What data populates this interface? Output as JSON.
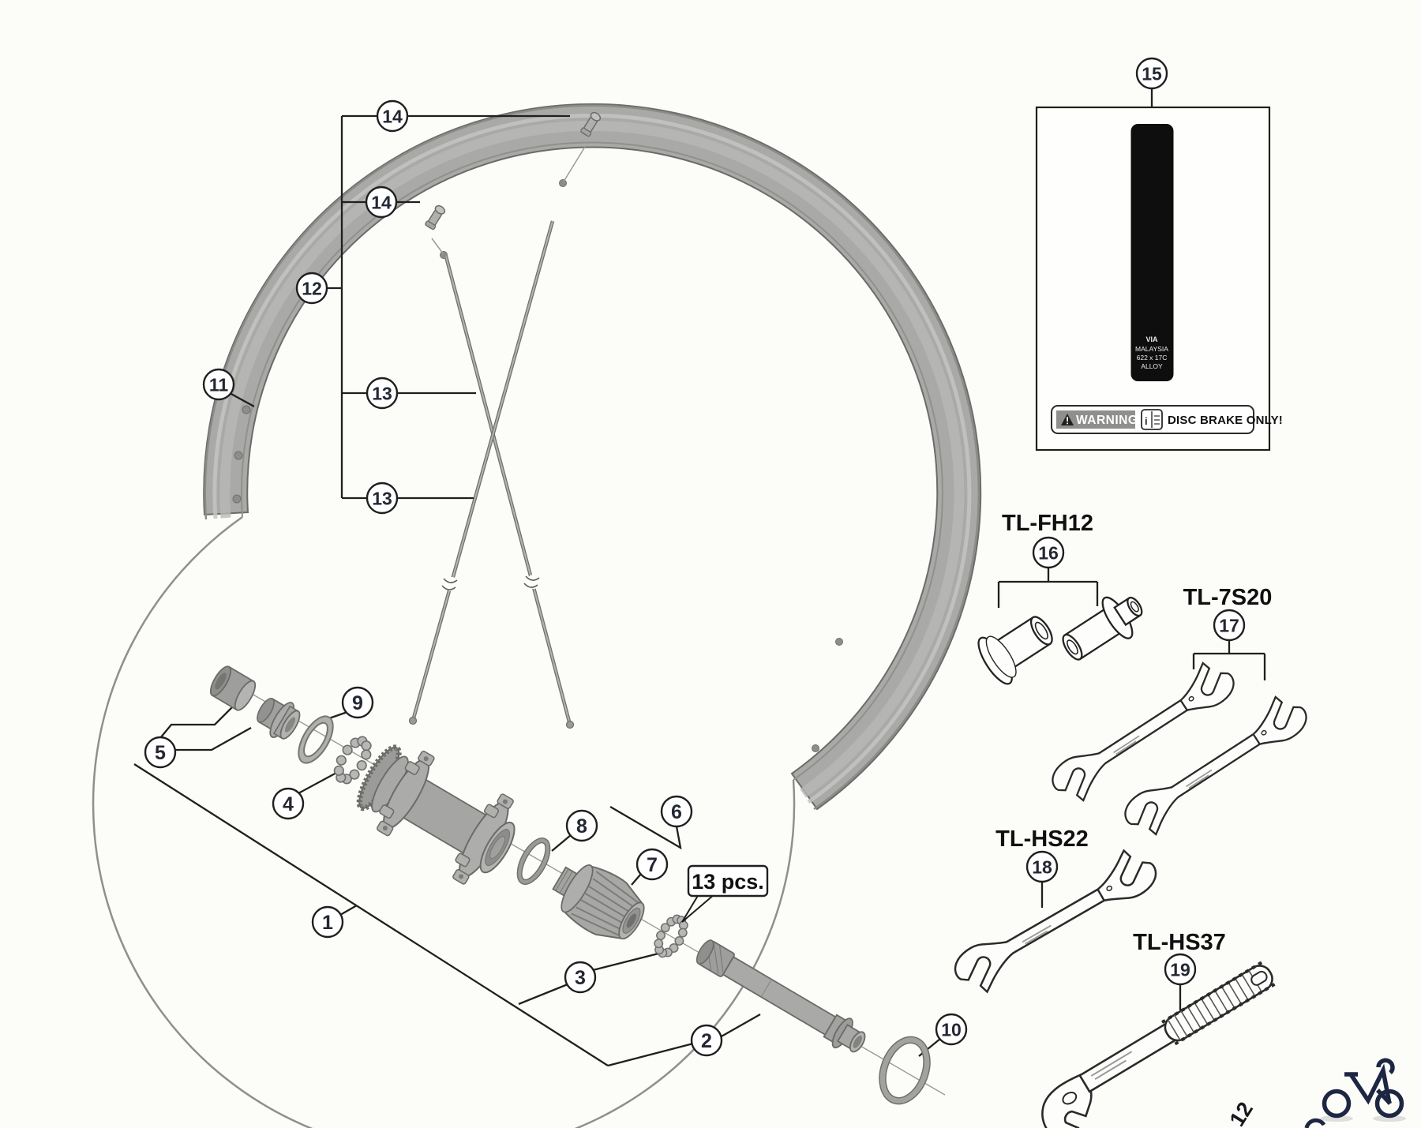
{
  "diagram": {
    "callouts": {
      "c1": "1",
      "c2": "2",
      "c3": "3",
      "c4": "4",
      "c5": "5",
      "c6": "6",
      "c7": "7",
      "c8": "8",
      "c9": "9",
      "c10": "10",
      "c11": "11",
      "c12": "12",
      "c13a": "13",
      "c13b": "13",
      "c14a": "14",
      "c14b": "14",
      "c15": "15",
      "c16": "16",
      "c17": "17",
      "c18": "18",
      "c19": "19"
    },
    "tools": {
      "fh12": {
        "label": "TL-FH12"
      },
      "s7s20": {
        "label": "TL-7S20"
      },
      "hs22": {
        "label": "TL-HS22"
      },
      "hs37": {
        "label": "TL-HS37"
      }
    },
    "notes": {
      "pieces": "13 pcs."
    },
    "sticker": {
      "line1": "VIA",
      "line2": "MALAYSIA",
      "line3": "622 x 17C",
      "line4": "ALLOY"
    },
    "warning": {
      "title": "WARNING",
      "message": "DISC BRAKE ONLY!"
    },
    "fragments": {
      "rotated_number": "12"
    },
    "colors": {
      "part_gray": "#a8a8a6",
      "outline": "#1f1f1f",
      "icon_navy": "#1d2642"
    }
  }
}
